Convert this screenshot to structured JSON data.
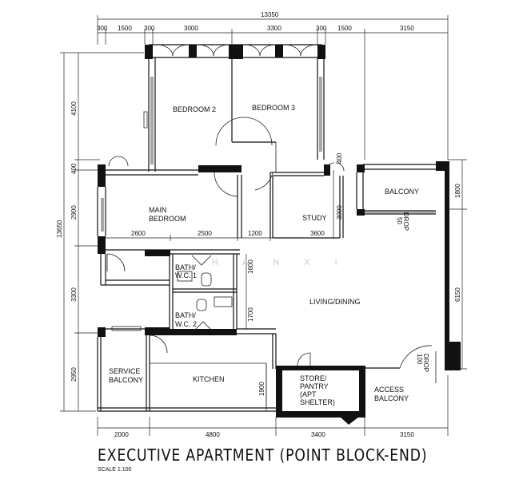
{
  "title": "EXECUTIVE APARTMENT (POINT BLOCK-END)",
  "scale": "SCALE   1:100",
  "watermark": "H A N   X I",
  "rooms": {
    "bedroom2": "BEDROOM 2",
    "bedroom3": "BEDROOM 3",
    "main_bedroom_l1": "MAIN",
    "main_bedroom_l2": "BEDROOM",
    "study": "STUDY",
    "balcony": "BALCONY",
    "living_dining": "LIVING/DINING",
    "bath1_l1": "BATH/",
    "bath1_l2": "W.C. 1",
    "bath2_l1": "BATH/",
    "bath2_l2": "W.C. 2",
    "service_balcony_l1": "SERVICE",
    "service_balcony_l2": "BALCONY",
    "kitchen": "KITCHEN",
    "store_l1": "STORE/",
    "store_l2": "PANTRY",
    "store_l3": "(APT",
    "store_l4": "SHELTER)",
    "access_balcony_l1": "ACCESS",
    "access_balcony_l2": "BALCONY",
    "drop_50_l1": "50",
    "drop_50_l2": "DROP",
    "drop_100_l1": "100",
    "drop_100_l2": "DROP"
  },
  "dimensions": {
    "top_total": "13350",
    "top": [
      "300",
      "1500",
      "300",
      "3000",
      "3300",
      "300",
      "1500",
      "3150"
    ],
    "left_total": "13650",
    "left": [
      "4100",
      "400",
      "2900",
      "3300",
      "2950"
    ],
    "bottom": [
      "2000",
      "4800",
      "3400",
      "3150"
    ],
    "right": [
      "1800",
      "6150"
    ],
    "inner": {
      "d2600": "2600",
      "d2500": "2500",
      "d1200": "1200",
      "d3600": "3600",
      "d3000": "3000",
      "d400": "400",
      "d1600": "1600",
      "d1700": "1700",
      "d1900": "1900"
    }
  }
}
